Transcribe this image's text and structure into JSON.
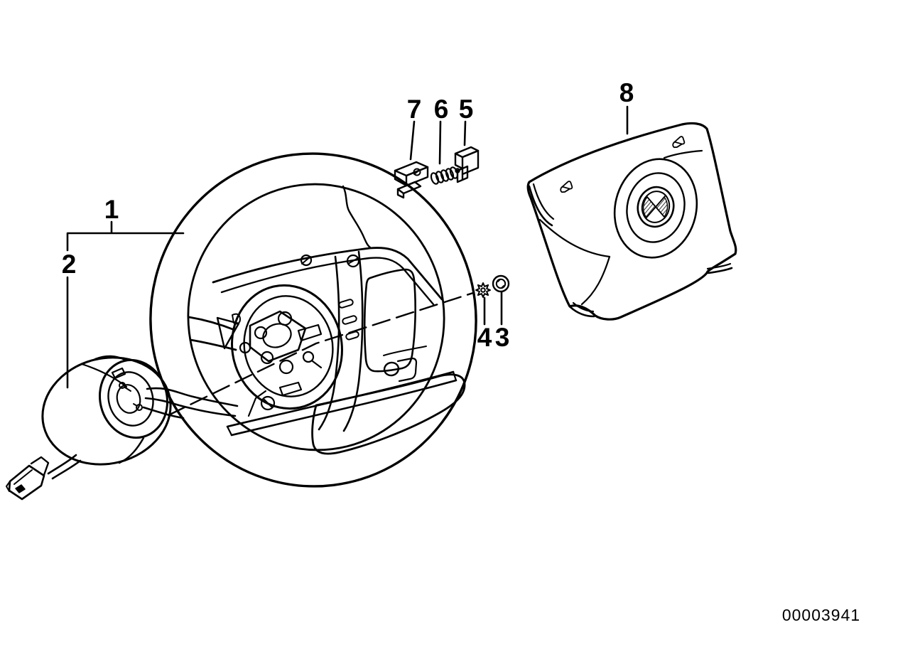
{
  "diagram": {
    "doc_number": "00003941",
    "colors": {
      "background": "#ffffff",
      "line": "#000000"
    },
    "callouts": [
      {
        "label": "1",
        "part": "steering-wheel-assembly"
      },
      {
        "label": "2",
        "part": "slip-ring"
      },
      {
        "label": "3",
        "part": "hex-nut"
      },
      {
        "label": "4",
        "part": "lock-washer"
      },
      {
        "label": "5",
        "part": "clip-right"
      },
      {
        "label": "6",
        "part": "compression-spring"
      },
      {
        "label": "7",
        "part": "clip-left"
      },
      {
        "label": "8",
        "part": "airbag-cover"
      }
    ]
  }
}
